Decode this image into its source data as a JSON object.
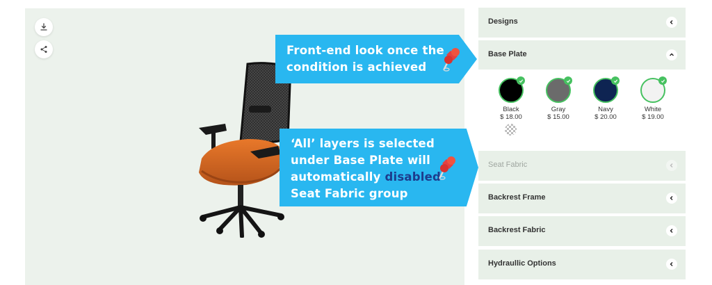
{
  "toolbar": {
    "download_icon": "download-icon",
    "share_icon": "share-icon"
  },
  "callouts": {
    "first": {
      "line1": "Front-end look once the",
      "line2": "condition is achieved",
      "icon": "pushpin-icon"
    },
    "second": {
      "line1_quote": "‘All’",
      "line1_rest": " layers is selected",
      "line2": "under Base Plate will",
      "line3_pre": "automatically ",
      "line3_emph": "disabled",
      "line4": "Seat Fabric group",
      "icon": "pushpin-icon"
    }
  },
  "panel": {
    "groups": [
      {
        "title": "Designs",
        "state": "collapsed"
      },
      {
        "title": "Base Plate",
        "state": "expanded"
      },
      {
        "title": "Seat Fabric",
        "state": "disabled"
      },
      {
        "title": "Backrest Frame",
        "state": "collapsed"
      },
      {
        "title": "Backrest Fabric",
        "state": "collapsed"
      },
      {
        "title": "Hydraullic Options",
        "state": "collapsed"
      }
    ],
    "base_plate_options": [
      {
        "name": "Black",
        "price": "$ 18.00",
        "color": "#000000",
        "selected": true
      },
      {
        "name": "Gray",
        "price": "$ 15.00",
        "color": "#6b6b6b",
        "selected": true
      },
      {
        "name": "Navy",
        "price": "$ 20.00",
        "color": "#0e2452",
        "selected": true
      },
      {
        "name": "White",
        "price": "$ 19.00",
        "color": "#f2f2f2",
        "selected": true
      }
    ],
    "no_pattern_icon": "no-pattern-icon"
  },
  "colors": {
    "accent": "#29b7f0",
    "check": "#46c160",
    "disabled_text": "#9fa6a0",
    "panel_bg": "#e8f0e8",
    "preview_bg": "#ecf2ec"
  }
}
